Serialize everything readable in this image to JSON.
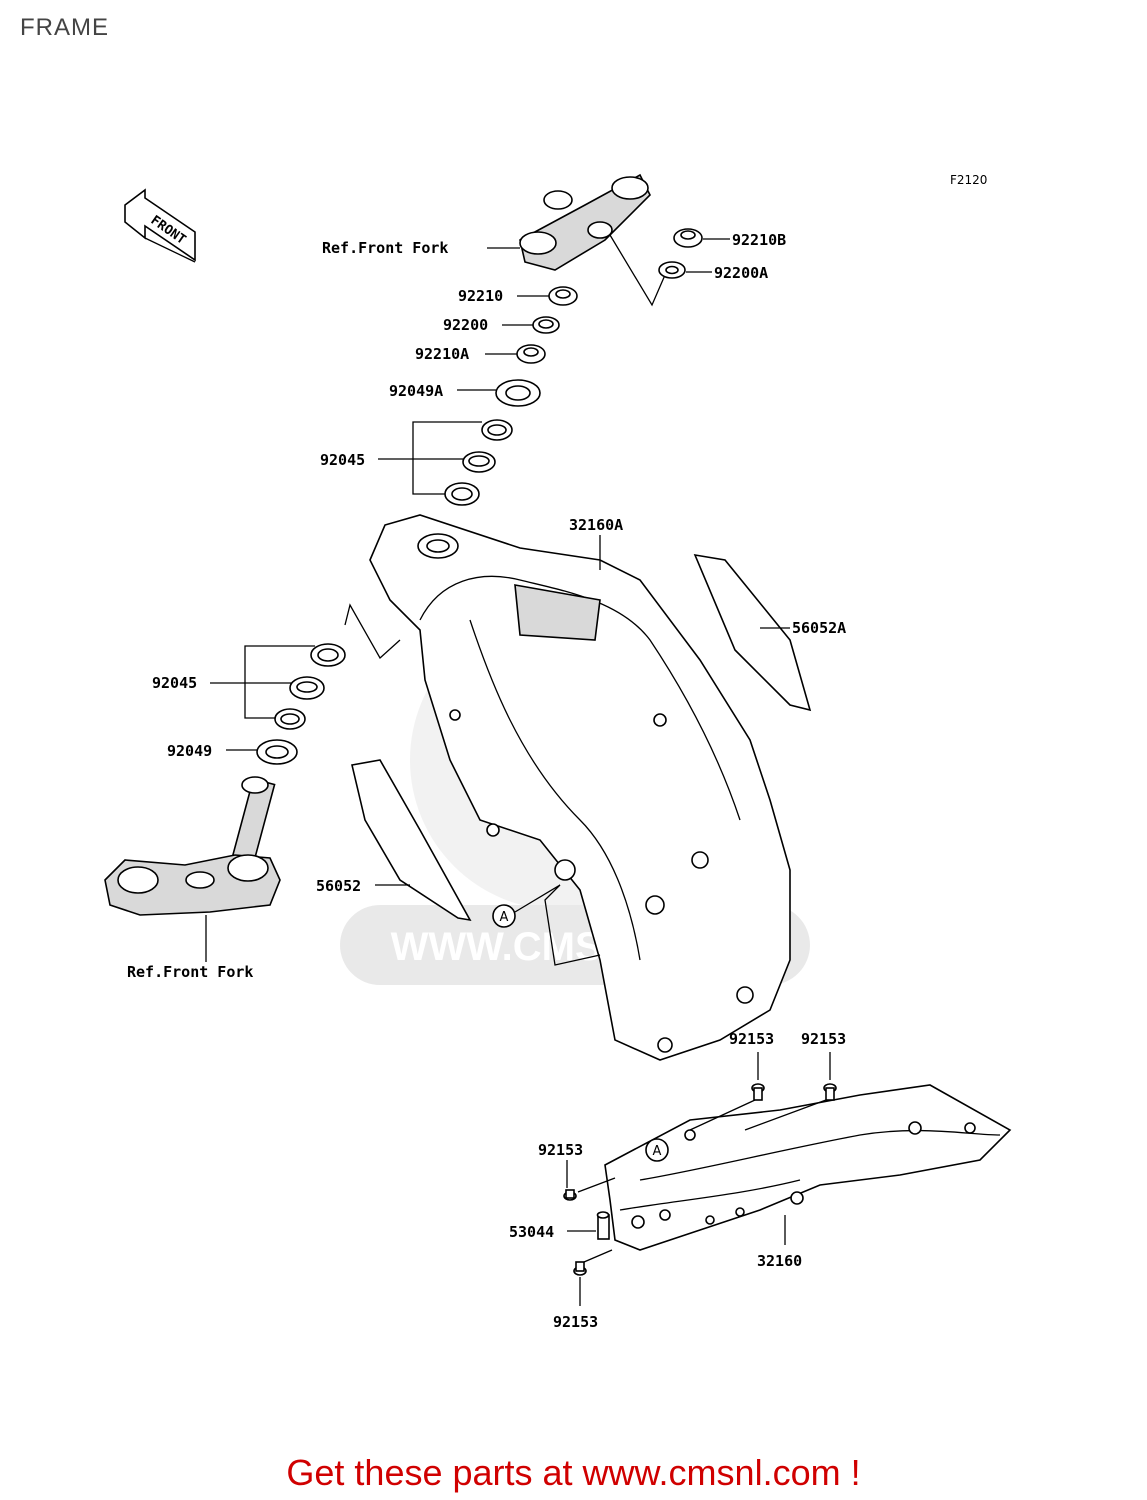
{
  "page_title": "FRAME",
  "figure_code": "F2120",
  "front_label": "FRONT",
  "watermark": "WWW.CMSNL.COM",
  "footer_text": "Get these parts at www.cmsnl.com !",
  "ref_marker": "A",
  "labels": {
    "ref_front_fork_top": "Ref.Front Fork",
    "ref_front_fork_bottom": "Ref.Front Fork",
    "p92210B": "92210B",
    "p92200A": "92200A",
    "p92210": "92210",
    "p92200": "92200",
    "p92210A": "92210A",
    "p92049A": "92049A",
    "p92045_top": "92045",
    "p32160A": "32160A",
    "p56052A": "56052A",
    "p92045_bottom": "92045",
    "p92049": "92049",
    "p56052": "56052",
    "p92153_a": "92153",
    "p92153_b": "92153",
    "p92153_c": "92153",
    "p53044": "53044",
    "p32160": "32160",
    "p92153_d": "92153"
  },
  "colors": {
    "footer": "#d00000",
    "title": "#444444",
    "watermark": "#e9e9e9"
  }
}
